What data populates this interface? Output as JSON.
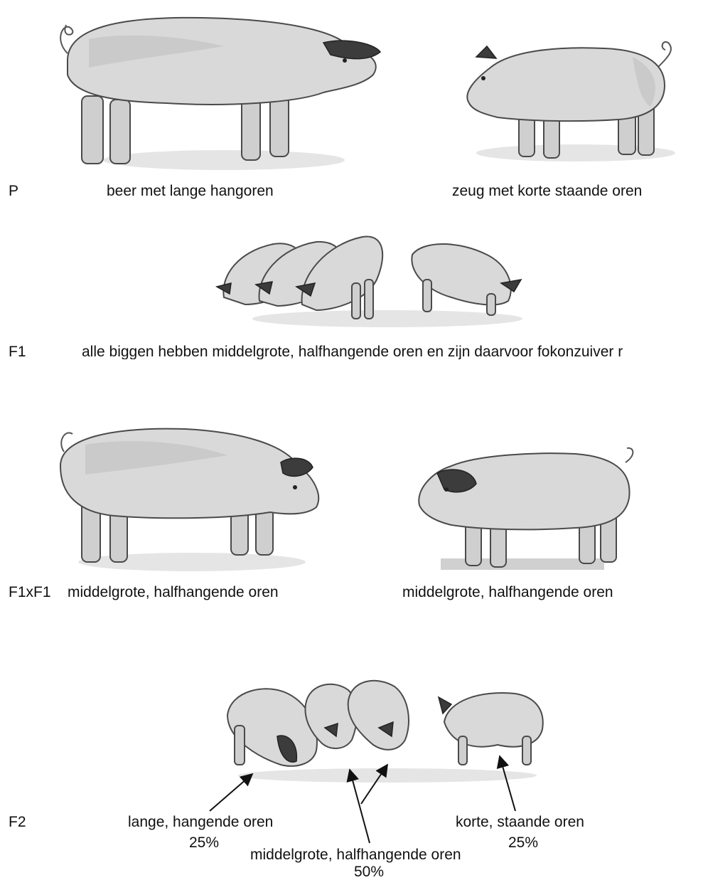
{
  "rows": {
    "p": {
      "generation": "P",
      "left_caption": "beer met lange hangoren",
      "right_caption": "zeug met korte staande oren"
    },
    "f1": {
      "generation": "F1",
      "caption": "alle biggen hebben middelgrote, halfhangende oren en zijn daarvoor fokonzuiver r"
    },
    "f1xf1": {
      "generation": "F1xF1",
      "left_caption": "middelgrote, halfhangende oren",
      "right_caption": "middelgrote, halfhangende oren"
    },
    "f2": {
      "generation": "F2",
      "long_label": "lange, hangende oren",
      "long_pct": "25%",
      "short_label": "korte, staande oren",
      "short_pct": "25%",
      "medium_label": "middelgrote, halfhangende oren",
      "medium_pct": "50%"
    }
  },
  "icons": [
    "pig-illustration",
    "piglet-illustration",
    "arrow"
  ],
  "colors": {
    "ink": "#111111",
    "pig_gray": "#d9d9d9",
    "ear_dark": "#3c3c3c"
  }
}
